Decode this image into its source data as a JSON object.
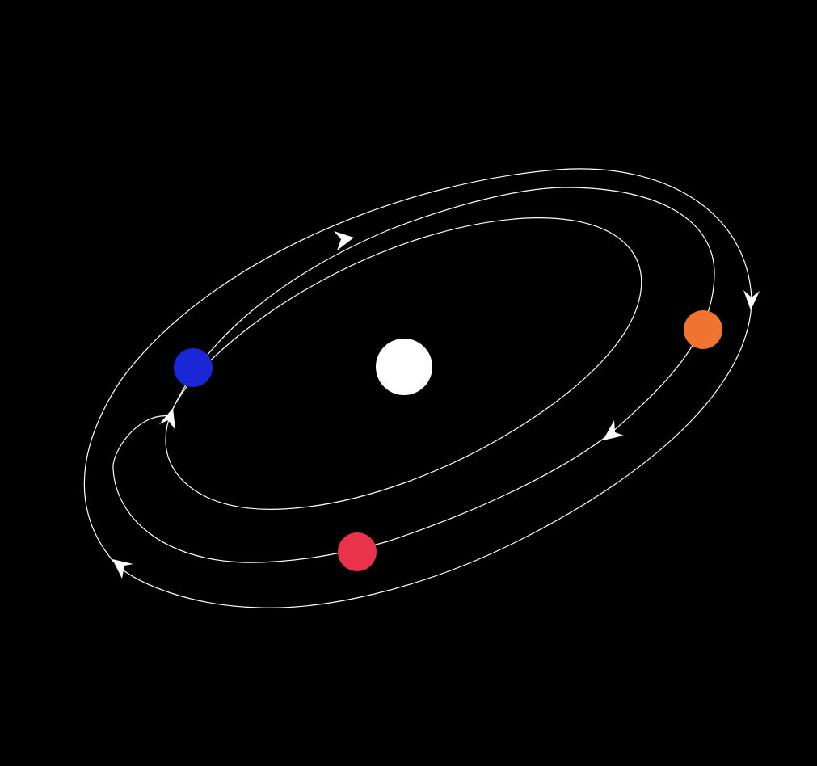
{
  "diagram": {
    "background_color": "#000000",
    "orbit_color": "#ffffff",
    "central_body": {
      "name": "central-star",
      "color": "#ffffff"
    },
    "orbits": [
      {
        "name": "outer-orbit",
        "direction": "clockwise",
        "arrow_count": 3
      },
      {
        "name": "middle-orbit",
        "direction": "clockwise",
        "arrow_count": 1
      },
      {
        "name": "inner-orbit",
        "direction": "clockwise",
        "arrow_count": 1
      }
    ],
    "bodies": [
      {
        "name": "blue-planet",
        "color": "#1a27d6",
        "orbit": "middle-orbit"
      },
      {
        "name": "orange-planet",
        "color": "#ee7430",
        "orbit": "middle-orbit"
      },
      {
        "name": "red-planet",
        "color": "#e8334a",
        "orbit": "middle-orbit"
      }
    ]
  }
}
